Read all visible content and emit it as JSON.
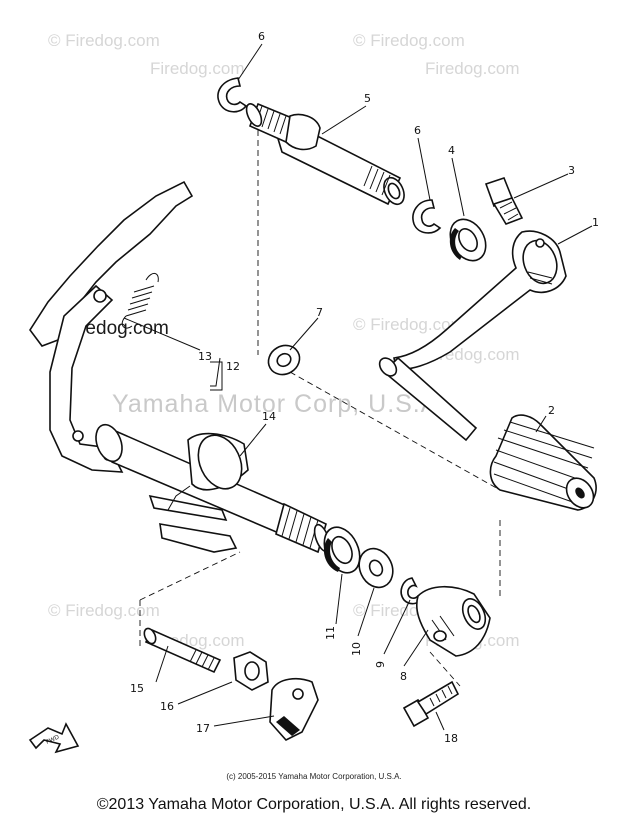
{
  "watermarks": {
    "site": "© Firedog.com",
    "firedog_small": "Firedog.com",
    "corp": "Yamaha Motor Corp, U.S.A."
  },
  "callouts": {
    "c1": "1",
    "c2": "2",
    "c3": "3",
    "c4": "4",
    "c5": "5",
    "c6a": "6",
    "c6b": "6",
    "c7": "7",
    "c8": "8",
    "c9": "9",
    "c10": "10",
    "c11": "11",
    "c12": "12",
    "c13": "13",
    "c14": "14",
    "c15": "15",
    "c16": "16",
    "c17": "17",
    "c18": "18"
  },
  "fwd_label": "FWD",
  "small_copyright": "(c) 2005-2015 Yamaha Motor Corporation, U.S.A.",
  "footer_copyright": "©2013 Yamaha Motor Corporation, U.S.A. All rights reserved."
}
